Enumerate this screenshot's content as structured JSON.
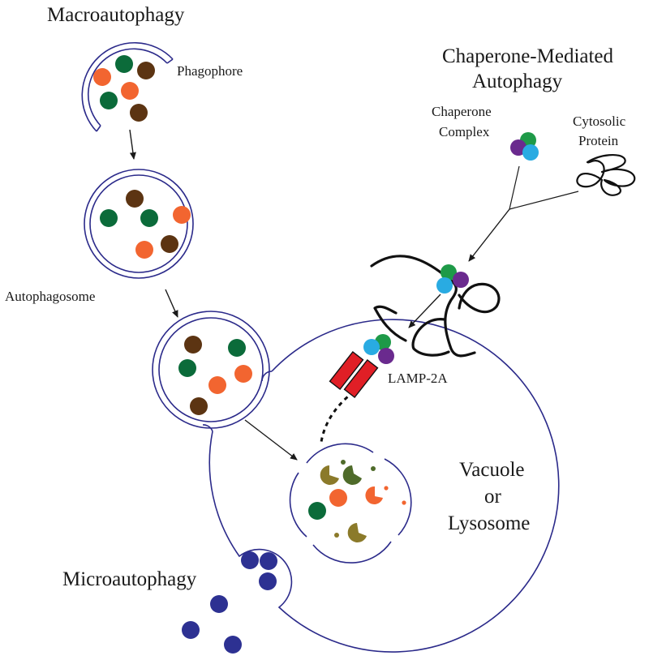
{
  "labels": {
    "macroautophagy": "Macroautophagy",
    "phagophore": "Phagophore",
    "autophagosome": "Autophagosome",
    "cma_title_line1": "Chaperone-Mediated",
    "cma_title_line2": "Autophagy",
    "chaperone_line1": "Chaperone",
    "chaperone_line2": "Complex",
    "cytosolic_line1": "Cytosolic",
    "cytosolic_line2": "Protein",
    "lamp": "LAMP-2A",
    "vacuole_line1": "Vacuole",
    "vacuole_line2": "or",
    "vacuole_line3": "Lysosome",
    "microautophagy": "Microautophagy"
  },
  "colors": {
    "membrane": "#2b2a8a",
    "cargo_green": "#0b6b3a",
    "cargo_orange": "#f26530",
    "cargo_brown": "#5c3412",
    "chaperone_green": "#1e9a48",
    "chaperone_purple": "#6a2a8e",
    "chaperone_cyan": "#29abe2",
    "lamp_red": "#e01f26",
    "micro_blue": "#2d3192",
    "degraded_olive": "#8b7a2a",
    "degraded_green": "#4f6b2a"
  }
}
